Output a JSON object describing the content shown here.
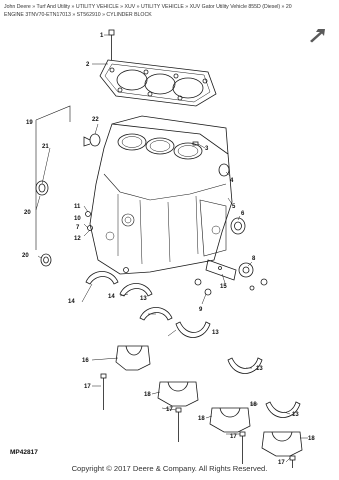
{
  "breadcrumb": {
    "items": [
      "John Deere",
      "Turf And Utility",
      "UTILITY VEHICLE",
      "XUV",
      "UTILITY VEHICLE",
      "XUV Gator Utility Vehicle 855D (Diesel)",
      "20 ENGINE 3TNV70-ETN17013",
      "ST562910",
      "CYLINDER BLOCK"
    ],
    "separator": "»"
  },
  "next_icon": "arrow-up-right-icon",
  "diagram": {
    "figure_id": "MP42817",
    "callouts": {
      "c1": "1",
      "c2": "2",
      "c3": "3",
      "c4": "4",
      "c5": "5",
      "c6": "6",
      "c7": "7",
      "c8": "8",
      "c9": "9",
      "c10": "10",
      "c11": "11",
      "c12": "12",
      "c13a": "13",
      "c13b": "13",
      "c13c": "13",
      "c13d": "13",
      "c14a": "14",
      "c14b": "14",
      "c15": "15",
      "c16": "16",
      "c17a": "17",
      "c17b": "17",
      "c17c": "17",
      "c17d": "17",
      "c18a": "18",
      "c18b": "18",
      "c18c": "18",
      "c18d": "18",
      "c19": "19",
      "c20a": "20",
      "c20b": "20",
      "c21": "21",
      "c22": "22"
    }
  },
  "copyright": "Copyright © 2017 Deere & Company. All Rights Reserved."
}
